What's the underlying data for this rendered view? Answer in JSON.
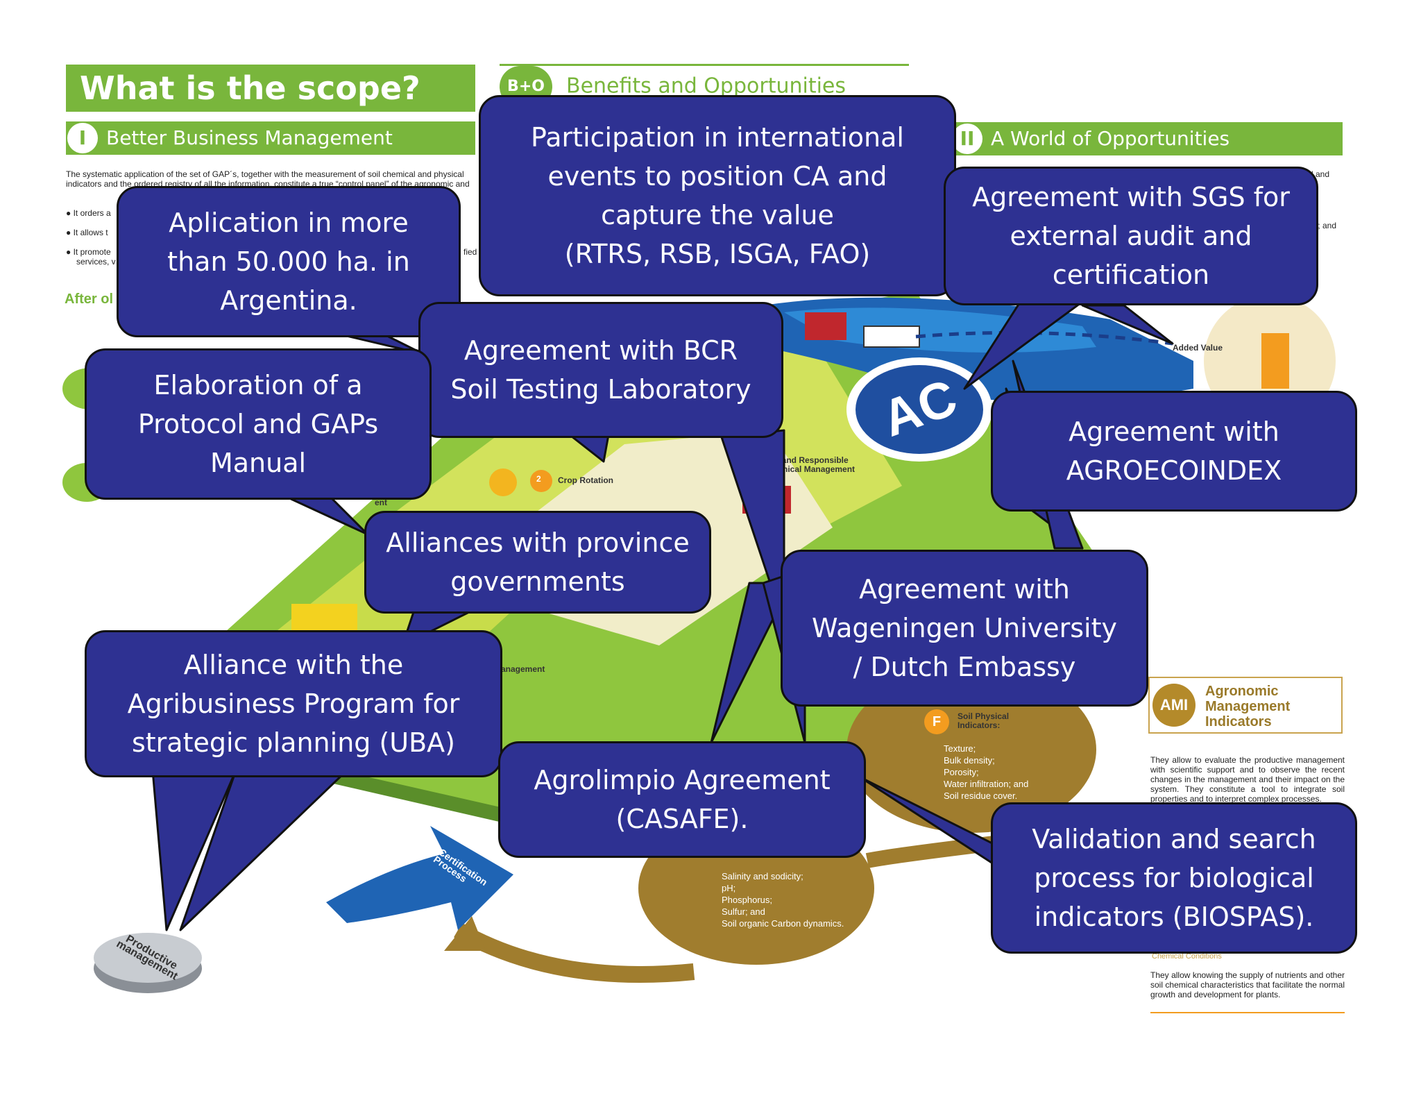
{
  "poster": {
    "scope_title": "What is the scope?",
    "section1": {
      "num": "I",
      "title": "Better Business Management"
    },
    "section1_text": "The systematic application of the set of GAP´s, together with the measurement of soil chemical and physical indicators and the ordered registry of all the information, constitute a true “control panel” of the agronomic and",
    "bullets": [
      "It orders a",
      "It allows t",
      "It promote",
      "services, v"
    ],
    "bullet_tail": "fied",
    "after_label": "After ol",
    "benefits": {
      "badge": "B+O",
      "title": "Benefits and Opportunities"
    },
    "section2": {
      "num": "II",
      "title": "A World of Opportunities"
    },
    "right_fragments": [
      "tal and",
      "ts; and"
    ],
    "map_labels": {
      "added_value": "Added Value",
      "efficient": "Efficient and Responsible Agrochemical Management",
      "crop_number": "2",
      "crop_rotation": "Crop Rotation",
      "ent": "ent",
      "anagement": "anagement",
      "certification": "Certification Process",
      "productive": "Productive management",
      "logo": "AC"
    },
    "soil_physical": {
      "letter": "F",
      "title": "Soil Physical Indicators:",
      "items": [
        "Texture;",
        "Bulk density;",
        "Porosity;",
        "Water infiltration; and",
        "Soil residue cover."
      ]
    },
    "soil_chemical": {
      "items": [
        "Salinity and sodicity;",
        "pH;",
        "Phosphorus;",
        "Sulfur; and",
        "Soil organic Carbon dynamics."
      ]
    },
    "ami": {
      "badge": "AMI",
      "title": "Agronomic Management Indicators",
      "desc": "They allow to evaluate the productive management with scientific support and to observe the recent changes in the management and their impact on the system. They constitute a tool to integrate soil properties and to interpret complex processes."
    },
    "chemical": {
      "title": "Chemical Conditions",
      "desc": "They allow knowing the supply of nutrients and other soil chemical characteristics that facilitate the normal growth and development for plants."
    }
  },
  "callouts": [
    {
      "id": "aplication",
      "text": "Aplication in more\nthan 50.000 ha. in\nArgentina."
    },
    {
      "id": "participation",
      "text": "Participation in international\nevents to position CA and\ncapture the value\n(RTRS, RSB, ISGA, FAO)"
    },
    {
      "id": "sgs",
      "text": "Agreement with SGS for\nexternal audit and\ncertification"
    },
    {
      "id": "bcr",
      "text": "Agreement with BCR\nSoil Testing Laboratory"
    },
    {
      "id": "protocol",
      "text": "Elaboration of a\nProtocol and GAPs\nManual"
    },
    {
      "id": "agroecoindex",
      "text": "Agreement with\nAGROECOINDEX"
    },
    {
      "id": "provinces",
      "text": "Alliances with province\ngovernments"
    },
    {
      "id": "wageningen",
      "text": "Agreement with\nWageningen University\n/ Dutch Embassy"
    },
    {
      "id": "uba",
      "text": "Alliance with the\nAgribusiness Program for\nstrategic planning (UBA)"
    },
    {
      "id": "agrolimpio",
      "text": "Agrolimpio  Agreement\n(CASAFE)."
    },
    {
      "id": "biospas",
      "text": "Validation and search\nprocess for biological\nindicators (BIOSPAS)."
    }
  ],
  "colors": {
    "callout_fill": "#2e3192",
    "green": "#79b63c",
    "lime": "#c8dc4a",
    "orange": "#f39c1f",
    "gold": "#a07d2e",
    "blue": "#1f64b4"
  }
}
